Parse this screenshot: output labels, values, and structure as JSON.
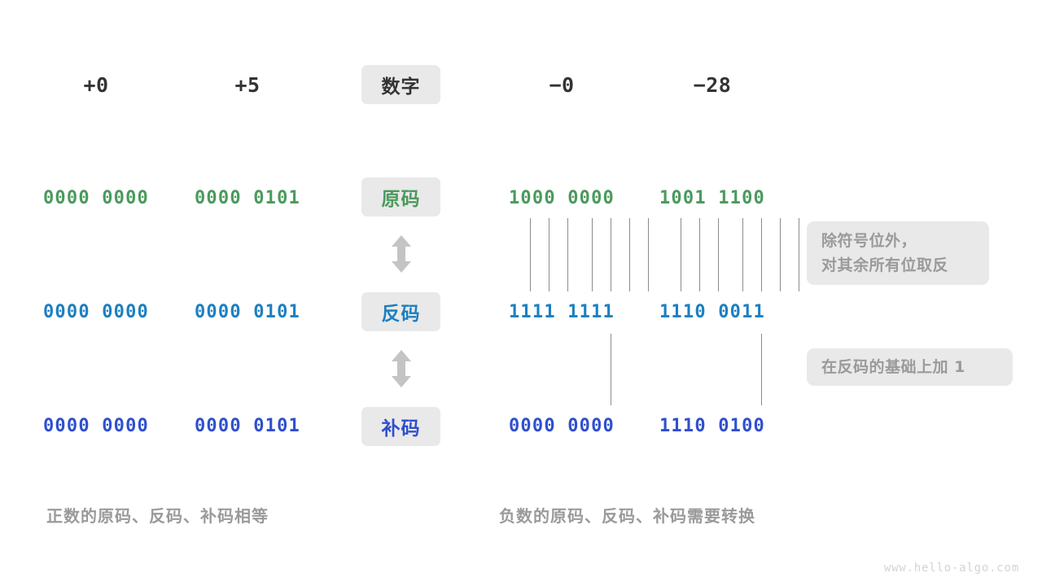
{
  "diagram": {
    "title_row": {
      "label": "数字",
      "values": [
        "+0",
        "+5",
        "−0",
        "−28"
      ]
    },
    "rows": [
      {
        "label": "原码",
        "color": "#4a9a5d",
        "values": [
          "0000 0000",
          "0000 0101",
          "1000 0000",
          "1001 1100"
        ]
      },
      {
        "label": "反码",
        "color": "#1d7fc0",
        "values": [
          "0000 0000",
          "0000 0101",
          "1111 1111",
          "1110 0011"
        ]
      },
      {
        "label": "补码",
        "color": "#2f4fce",
        "values": [
          "0000 0000",
          "0000 0101",
          "0000 0000",
          "1110 0100"
        ]
      }
    ],
    "notes": [
      {
        "line1": "除符号位外，",
        "line2": "对其余所有位取反"
      },
      {
        "line1": "在反码的基础上加 1",
        "line2": ""
      }
    ],
    "captions": {
      "left": "正数的原码、反码、补码相等",
      "right": "负数的原码、反码、补码需要转换"
    },
    "watermark": "www.hello-algo.com",
    "arrows": {
      "icon_name": "double-headed-vertical-arrow",
      "color": "#c4c4c4"
    }
  }
}
